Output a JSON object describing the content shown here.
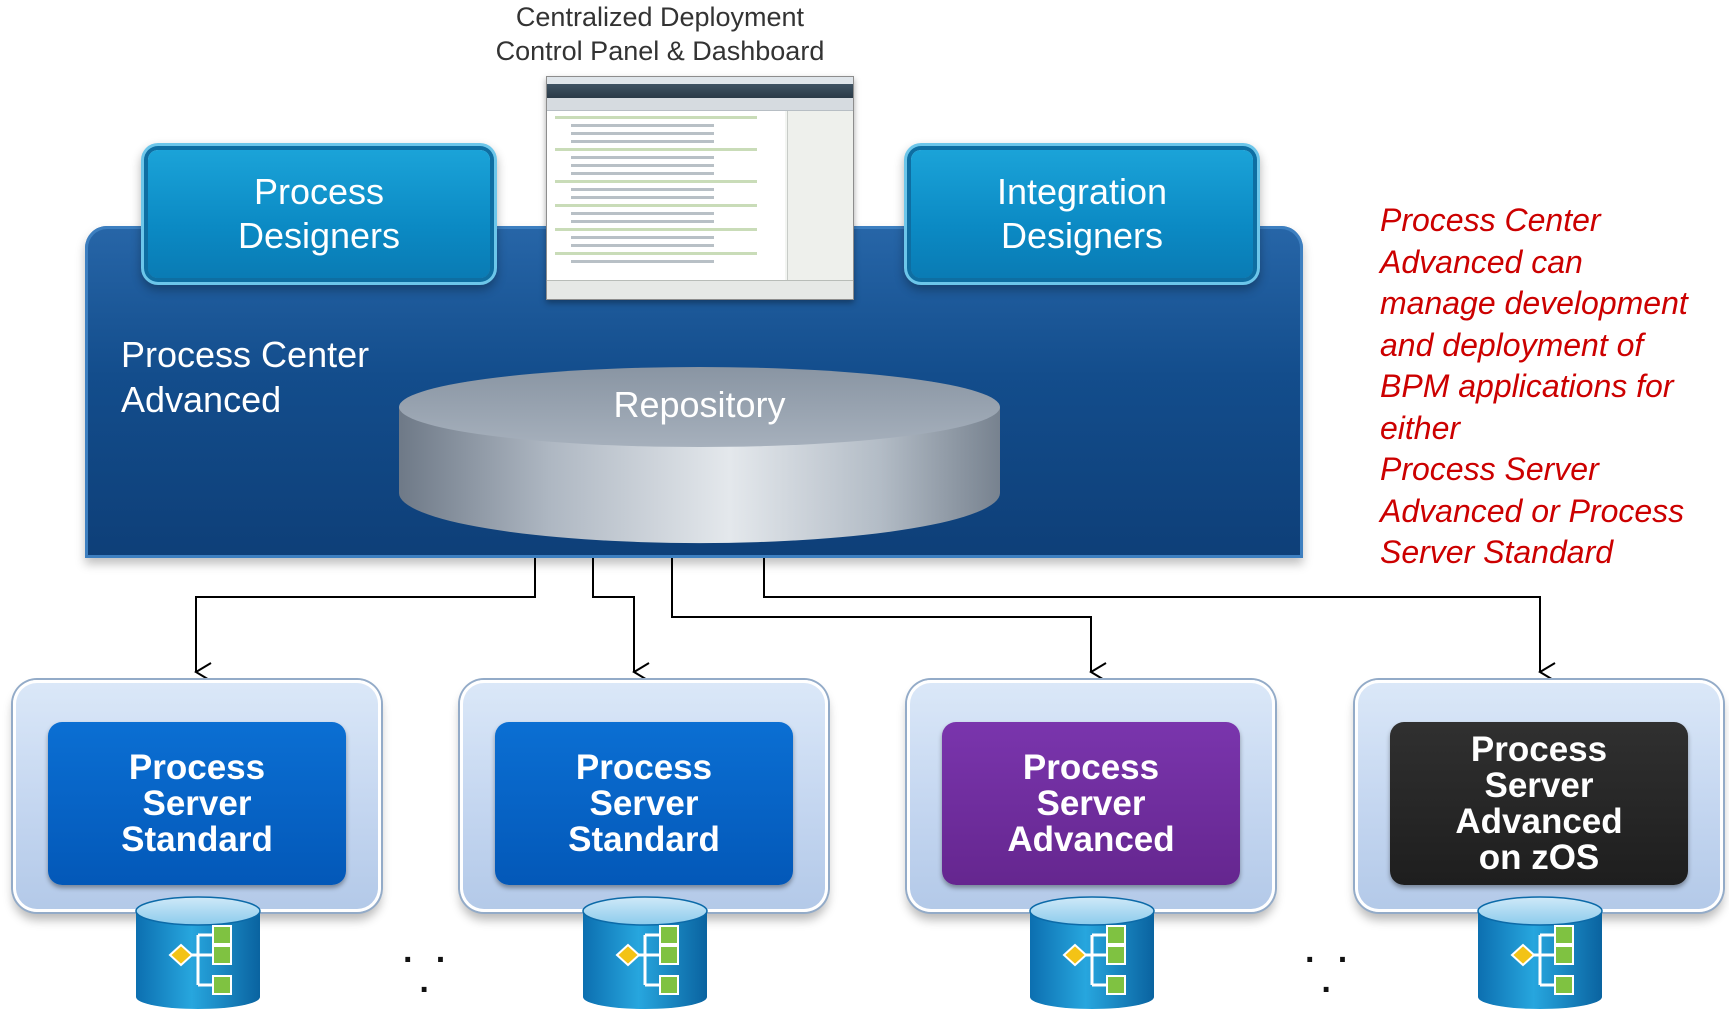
{
  "dashboard": {
    "caption_line1": "Centralized Deployment",
    "caption_line2": "Control Panel & Dashboard"
  },
  "process_center": {
    "label_line1": "Process Center",
    "label_line2": "Advanced",
    "repository": "Repository"
  },
  "designers": {
    "process": {
      "line1": "Process",
      "line2": "Designers"
    },
    "integration": {
      "line1": "Integration",
      "line2": "Designers"
    }
  },
  "note": {
    "lines": [
      "Process Center",
      "Advanced can",
      "manage development",
      "and deployment of",
      "BPM applications for",
      "either",
      "Process Server",
      "Advanced or Process",
      "Server Standard"
    ],
    "color": "#cc0000"
  },
  "servers": [
    {
      "lines": [
        "Process",
        "Server",
        "Standard"
      ],
      "color": "#0561c6",
      "icon": "process-database-icon"
    },
    {
      "lines": [
        "Process",
        "Server",
        "Standard"
      ],
      "color": "#0561c6",
      "icon": "process-database-icon"
    },
    {
      "lines": [
        "Process",
        "Server",
        "Advanced"
      ],
      "color": "#6f2d9e",
      "icon": "process-database-icon"
    },
    {
      "lines": [
        "Process",
        "Server",
        "Advanced",
        "on zOS"
      ],
      "color": "#252525",
      "icon": "process-database-icon"
    }
  ],
  "ellipses": [
    "· · ·",
    "· · ·"
  ],
  "colors": {
    "panel": "#134d8c",
    "designer_tab": "#0b8ac4",
    "arrow": "#000000"
  }
}
